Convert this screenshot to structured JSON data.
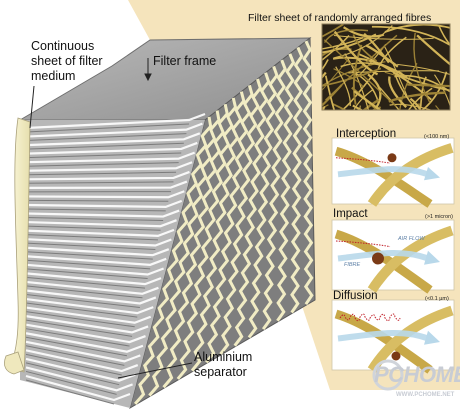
{
  "labels": {
    "continuous_sheet": "Continuous\nsheet of filter\nmedium",
    "filter_frame": "Filter frame",
    "filter_sheet": "Filter sheet of randomly arranged fibres",
    "aluminium_separator": "Aluminium\nseparator"
  },
  "mechanisms": [
    {
      "name": "Interception",
      "note": "(<100 nm)"
    },
    {
      "name": "Impact",
      "note": "(>1 micron)"
    },
    {
      "name": "Diffusion",
      "note": "(<0.1 µm)"
    }
  ],
  "flow_labels": {
    "air_flow": "AIR FLOW",
    "fibre": "FIBRE"
  },
  "watermark": {
    "logo": "PCHOME",
    "url": "WWW.PCHOME.NET"
  },
  "colors": {
    "background_panel": "#f5e4bc",
    "filter_media": "#f1ecc4",
    "frame_gray": "#9a9a9a",
    "frame_dark": "#5e5e5e",
    "fibre": "#c8a848",
    "particle": "#7a3a16",
    "air_flow": "#b8d8ea"
  }
}
